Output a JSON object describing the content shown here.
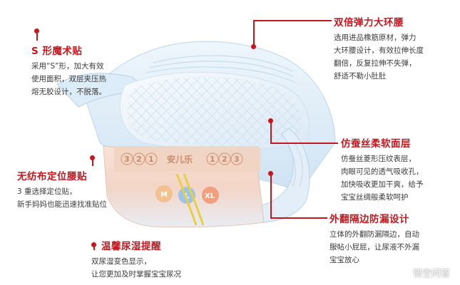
{
  "callouts": {
    "s_hook": {
      "title": "S 形魔术贴",
      "lines": [
        "采用“S”形，加大有效",
        "使用面积，双层夹压热",
        "熔无胶设计，不脱落。"
      ]
    },
    "waistband": {
      "title": "双倍弹力大环腰",
      "lines": [
        "选用进品橡筋原材，弹力",
        "大环腰设计，有效拉伸长度",
        "翻倍，反复拉伸不失弹，",
        "舒适不勒小肚肚"
      ]
    },
    "silk_layer": {
      "title": "仿蚕丝柔软面层",
      "lines": [
        "仿蚕丝菱形压纹表层，",
        "肉眼可见的透气吸收孔，",
        "加快吸收更加干爽，给予",
        "宝宝丝绸般柔软呵护"
      ]
    },
    "positioning": {
      "title": "无纺布定位腰贴",
      "lines": [
        "3 重选择定位贴，",
        "新手妈妈也能迅速找准贴位"
      ]
    },
    "leak_guard": {
      "title": "外翻隔边防漏设计",
      "lines": [
        "立体的外翻防漏隔边，自动",
        "服帖小屁屁，让尿液不外漏",
        "宝宝放心"
      ]
    },
    "wetness": {
      "title": "温馨尿湿提醒",
      "lines": [
        "双尿湿变色显示，",
        "让您更加及时掌握宝宝尿况"
      ]
    }
  },
  "diaper": {
    "numbers": [
      "3",
      "2",
      "1",
      "1",
      "2",
      "3"
    ],
    "logo_text": "安儿乐",
    "sizes": [
      "M",
      "L",
      "XL"
    ]
  },
  "watermark": {
    "text": "悟空问答",
    "icon": "wukong-logo-icon"
  },
  "colors": {
    "accent": "#c4161c",
    "text": "#3a3a3a"
  }
}
